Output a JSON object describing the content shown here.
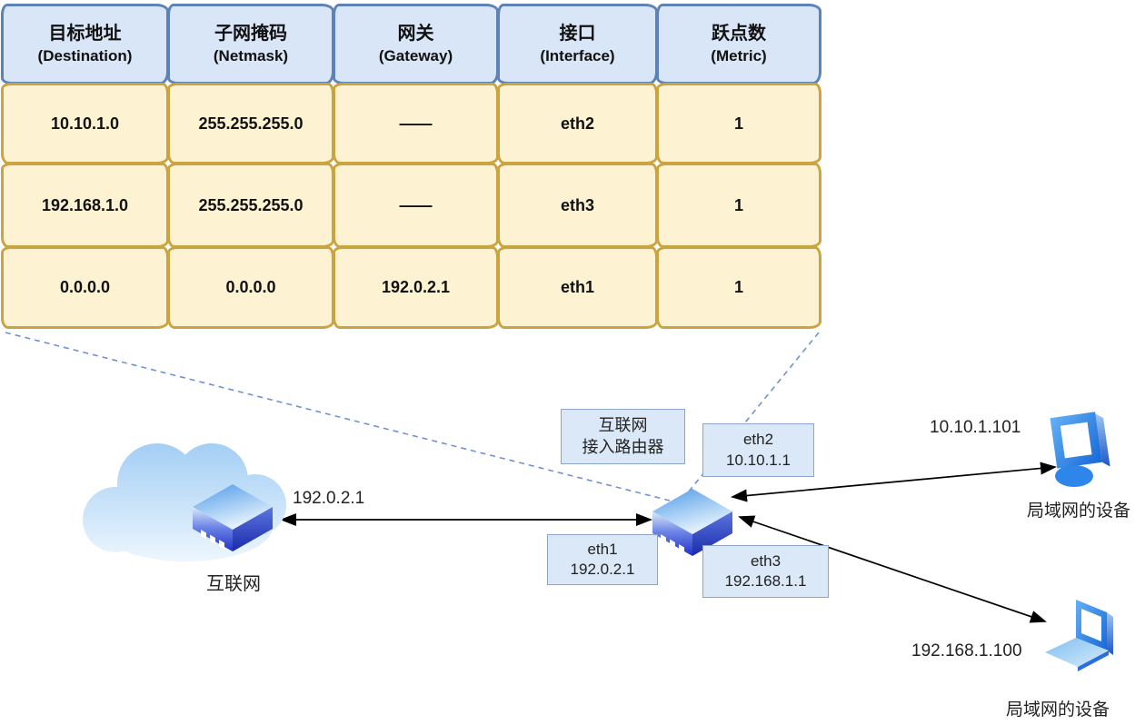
{
  "table": {
    "columns": [
      {
        "zh": "目标地址",
        "en": "(Destination)"
      },
      {
        "zh": "子网掩码",
        "en": "(Netmask)"
      },
      {
        "zh": "网关",
        "en": "(Gateway)"
      },
      {
        "zh": "接口",
        "en": "(Interface)"
      },
      {
        "zh": "跃点数",
        "en": "(Metric)"
      }
    ],
    "rows": [
      [
        "10.10.1.0",
        "255.255.255.0",
        "——",
        "eth2",
        "1"
      ],
      [
        "192.168.1.0",
        "255.255.255.0",
        "——",
        "eth3",
        "1"
      ],
      [
        "0.0.0.0",
        "0.0.0.0",
        "192.0.2.1",
        "eth1",
        "1"
      ]
    ]
  },
  "diagram": {
    "internet_label": "互联网",
    "wan_ip_label": "192.0.2.1",
    "router_name_line1": "互联网",
    "router_name_line2": "接入路由器",
    "interfaces": {
      "eth1": {
        "name": "eth1",
        "ip": "192.0.2.1"
      },
      "eth2": {
        "name": "eth2",
        "ip": "10.10.1.1"
      },
      "eth3": {
        "name": "eth3",
        "ip": "192.168.1.1"
      }
    },
    "devices": {
      "top": {
        "ip": "10.10.1.101",
        "label": "局域网的设备"
      },
      "bottom": {
        "ip": "192.168.1.100",
        "label": "局域网的设备"
      }
    }
  },
  "colors": {
    "table_header_fill": "#d9e6f7",
    "table_header_border": "#5d82b6",
    "table_body_fill": "#fdf3d3",
    "table_body_border": "#c9a441",
    "label_box_fill": "#dbe8f8",
    "label_box_border": "#8ba6c9",
    "dashed_connector": "#6f93cf",
    "arrow": "#000000",
    "icon_blue_dark": "#1b2aa8",
    "icon_blue_light": "#a5d0f5"
  }
}
